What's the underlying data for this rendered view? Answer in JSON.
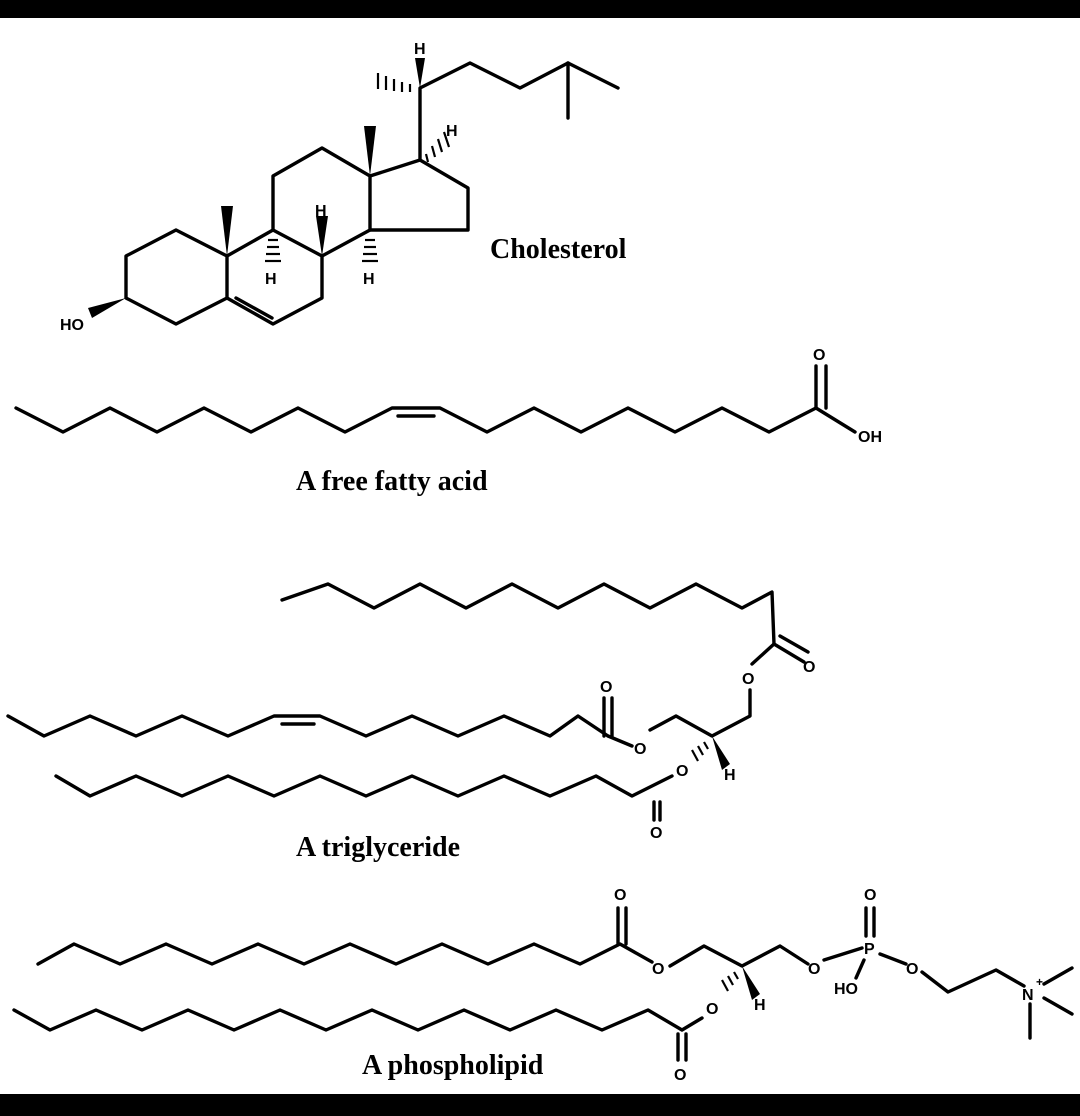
{
  "captions": {
    "cholesterol": "Cholesterol",
    "fatty_acid": "A free fatty acid",
    "triglyceride": "A triglyceride",
    "phospholipid": "A phospholipid"
  },
  "atoms": {
    "H": "H",
    "O": "O",
    "OH": "OH",
    "HO": "HO",
    "P": "P",
    "N": "N",
    "plus": "+"
  }
}
